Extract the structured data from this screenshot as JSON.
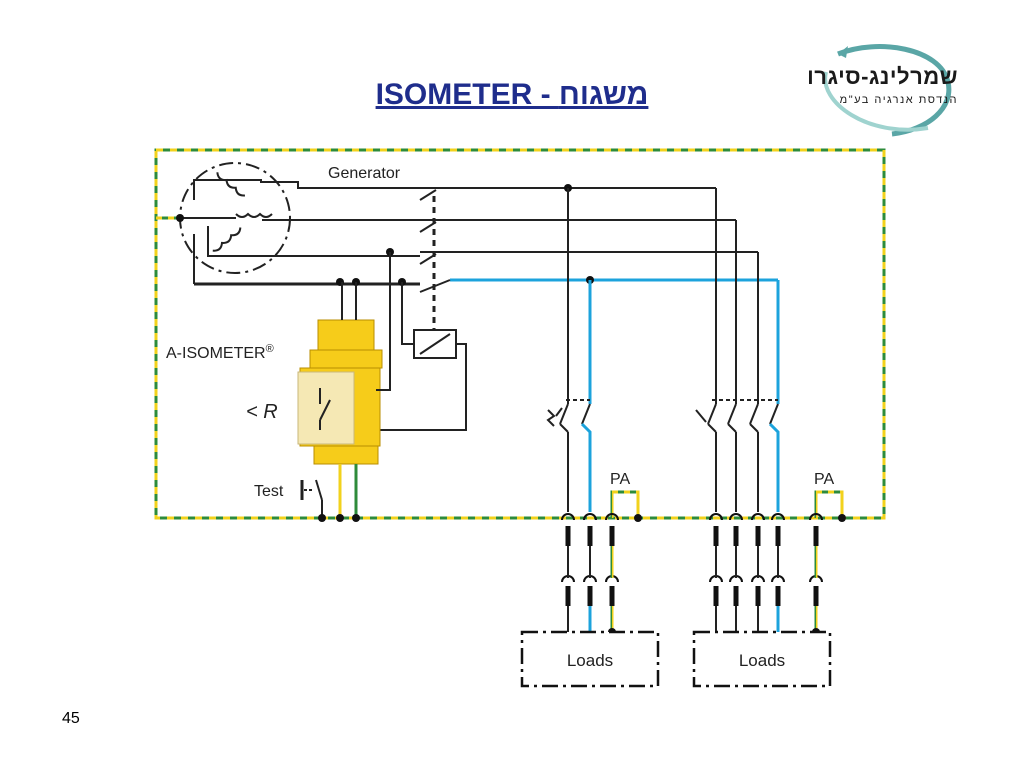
{
  "title": "ISOMETER - משגוח",
  "logo": {
    "name": "שמרלינג-סיגרו",
    "tagline": "הנדסת אנרגיה בע\"מ"
  },
  "diagram": {
    "generator_label": "Generator",
    "isometer_label": "A-ISOMETER",
    "isometer_mark": "®",
    "less_r_label": "< R",
    "test_label": "Test",
    "pa_labels": [
      "PA",
      "PA"
    ],
    "loads_labels": [
      "Loads",
      "Loads"
    ]
  },
  "colors": {
    "title": "#1f2d8c",
    "neutral_line": "#1ca3dc",
    "earth_green": "#2e8b3a",
    "earth_yellow": "#f2d21c",
    "device_yellow": "#f6cc1a",
    "logo_swoosh": "#5aa6a6"
  },
  "page_number": "45"
}
